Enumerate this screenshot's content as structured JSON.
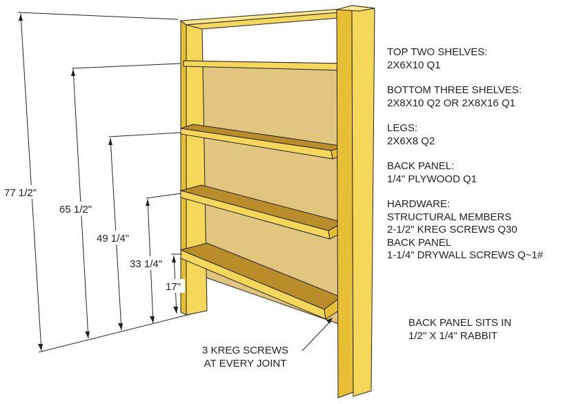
{
  "dimensions": [
    {
      "label": "77 1/2\""
    },
    {
      "label": "65 1/2\""
    },
    {
      "label": "49 1/4\""
    },
    {
      "label": "33 1/4\""
    },
    {
      "label": "17\""
    }
  ],
  "materials": {
    "top_shelves_title": "TOP TWO SHELVES:",
    "top_shelves_value": "2X6X10 Q1",
    "bottom_shelves_title": "BOTTOM THREE SHELVES:",
    "bottom_shelves_value": "2X8X10 Q2 OR 2X8X16 Q1",
    "legs_title": "LEGS:",
    "legs_value": "2X6X8 Q2",
    "back_panel_title": "BACK PANEL:",
    "back_panel_value": "1/4\" PLYWOOD Q1",
    "hardware_title": "HARDWARE:",
    "hardware_line1": "STRUCTURAL MEMBERS",
    "hardware_line2": "2-1/2\" KREG SCREWS Q30",
    "hardware_line3": "BACK PANEL",
    "hardware_line4": "1-1/4\" DRYWALL SCREWS Q~1#"
  },
  "callout": {
    "line1": "3 KREG SCREWS",
    "line2": "AT EVERY JOINT"
  },
  "back_panel_note": {
    "line1": "BACK PANEL SITS IN",
    "line2": "1/2\" X 1/4\" RABBIT"
  },
  "colors": {
    "wood_front": "#f5d75a",
    "wood_side": "#e6bf35",
    "wood_top": "#fbe68a",
    "shelf_top": "#b98e2a",
    "back_panel": "#e2c57e",
    "outline": "#222222"
  }
}
